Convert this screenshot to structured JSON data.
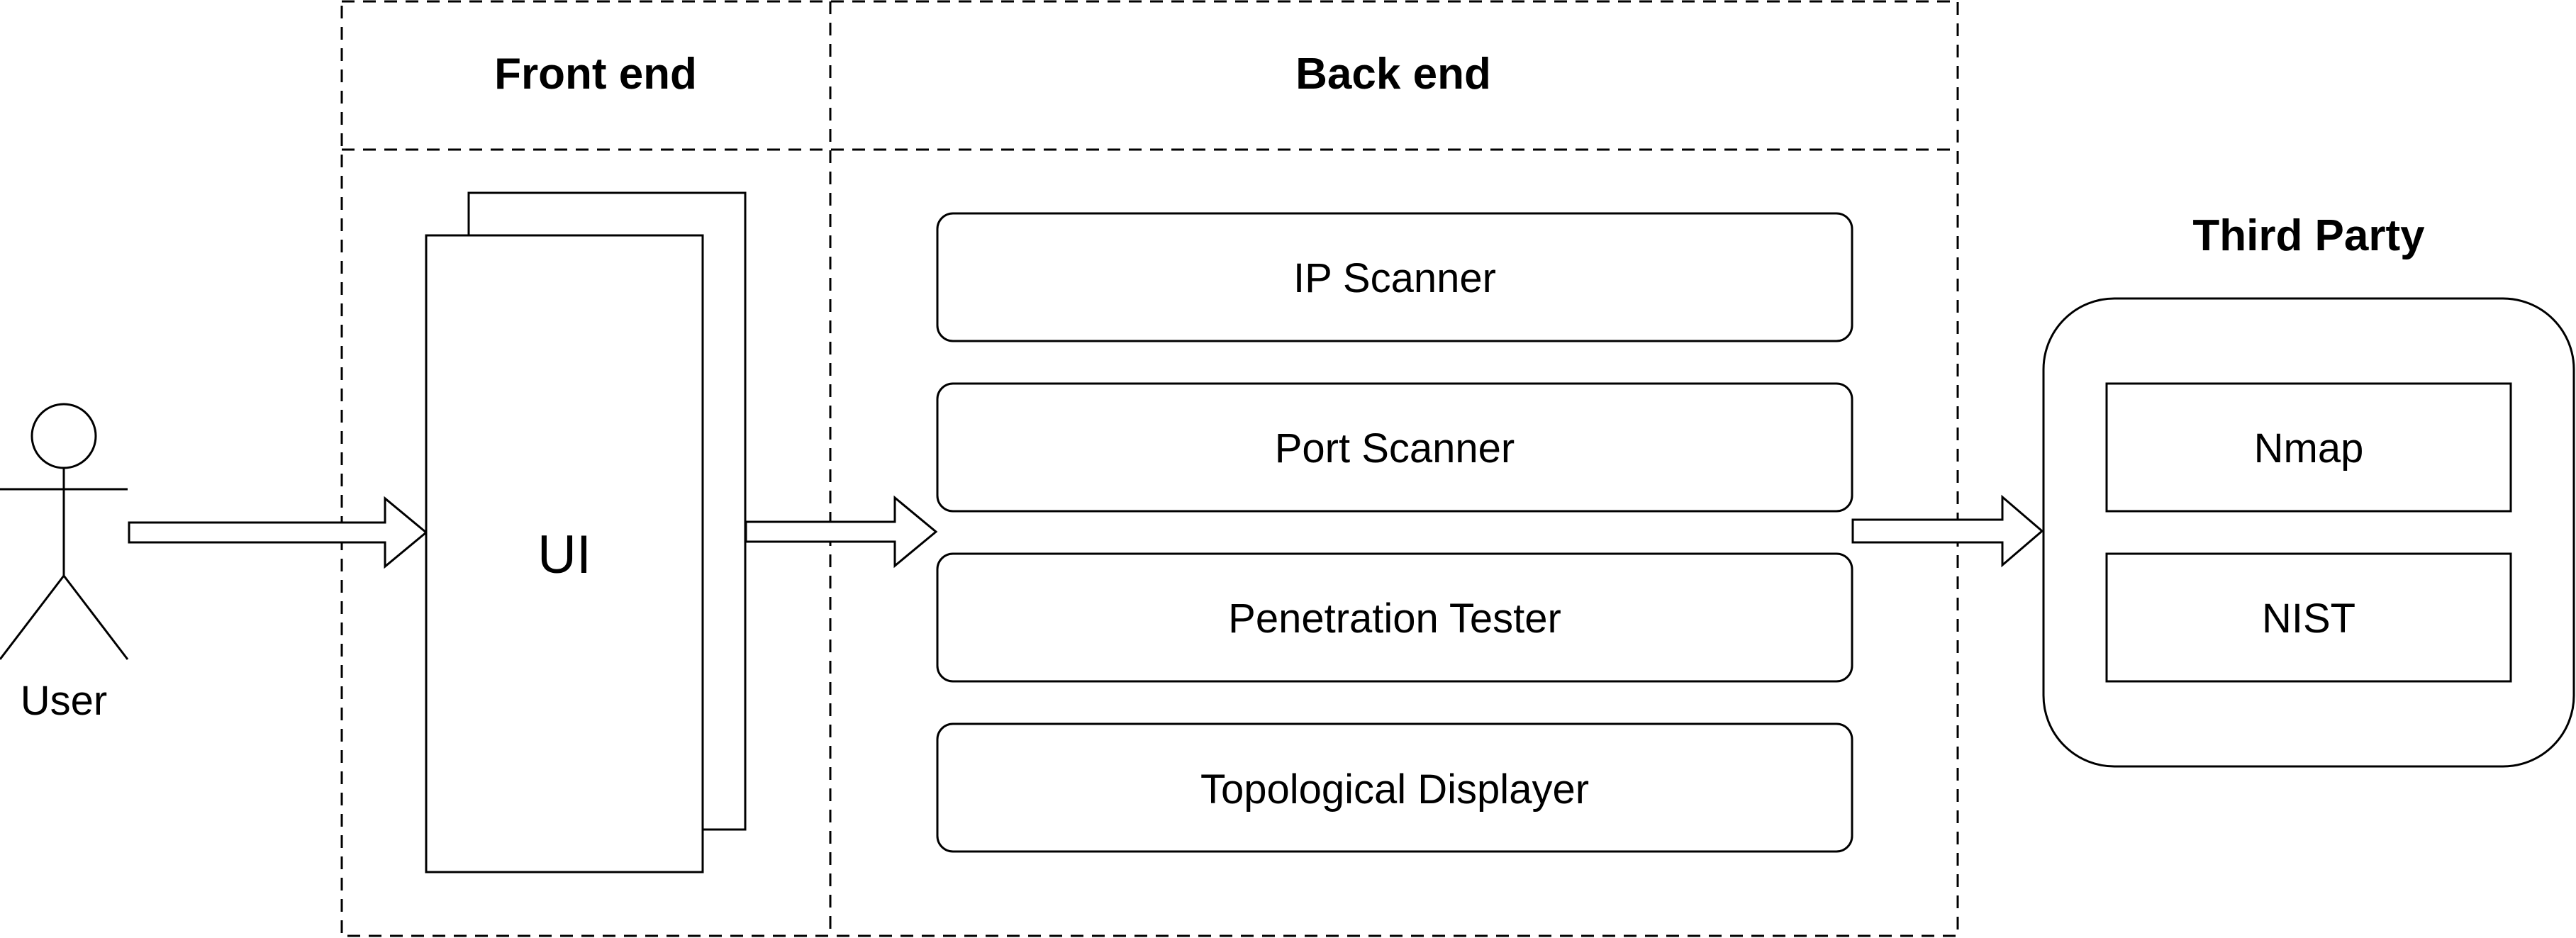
{
  "sections": {
    "front_end": "Front end",
    "back_end": "Back end",
    "third_party": "Third Party"
  },
  "actor": {
    "label": "User"
  },
  "ui": {
    "label": "UI"
  },
  "back_end_modules": [
    "IP Scanner",
    "Port Scanner",
    "Penetration Tester",
    "Topological Displayer"
  ],
  "third_party_services": [
    "Nmap",
    "NIST"
  ]
}
